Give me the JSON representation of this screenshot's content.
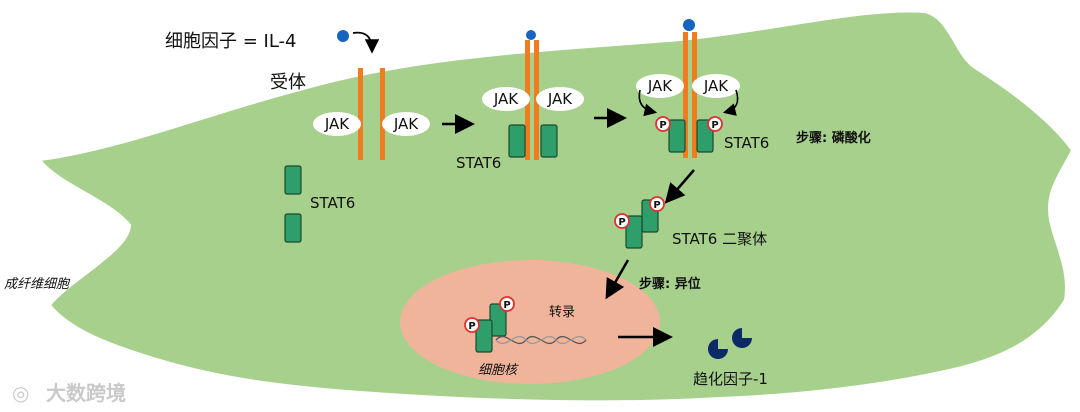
{
  "labels": {
    "cytokine": "细胞因子 = IL-4",
    "receptor": "受体",
    "jak": "JAK",
    "stat6": "STAT6",
    "stat6_dimer": "STAT6 二聚体",
    "step_phosphorylation": "步骤: 磷酸化",
    "step_translocation": "步骤: 异位",
    "transcription": "转录",
    "nucleus": "细胞核",
    "chemokine": "趋化因子-1",
    "fibroblast": "成纤维细胞",
    "phospho": "P",
    "watermark": "大数跨境"
  },
  "colors": {
    "cell_fill": "#a8d08d",
    "nucleus_fill": "#f0b49b",
    "receptor": "#ef7c1f",
    "stat_fill": "#2e9e6a",
    "ligand": "#1565c0",
    "chemokine": "#0b2a66",
    "phospho_ring": "#e03030"
  }
}
